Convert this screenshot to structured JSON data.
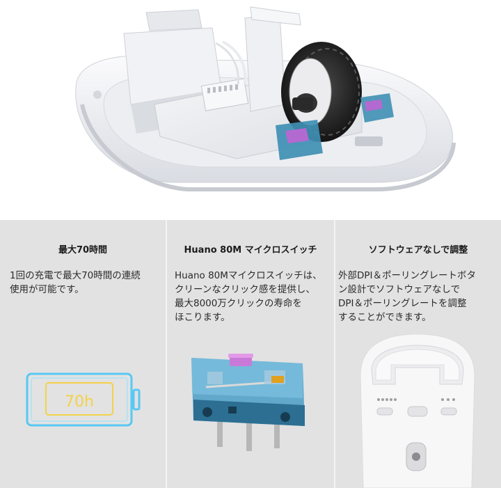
{
  "hero": {
    "icon": "mouse-internal-components-photo"
  },
  "panels": [
    {
      "title": "最大70時間",
      "body": "1回の充電で最大70時間の連続\n使用が可能です。",
      "battery_label": "70h",
      "icon": "battery-icon",
      "colors": {
        "battery_glow": "#58c8f4",
        "label": "#f2d24a"
      }
    },
    {
      "title": "Huano 80M マイクロスイッチ",
      "body": "Huano 80Mマイクロスイッチは、\nクリーンなクリック感を提供し、\n最大8000万クリックの寿命を\nほこります。",
      "icon": "micro-switch-photo"
    },
    {
      "title": "ソフトウェアなしで調整",
      "body": "外部DPI＆ポーリングレートボタ\nン設計でソフトウェアなしで\nDPI＆ポーリングレートを調整\nすることができます。",
      "icon": "mouse-underside-photo"
    }
  ],
  "colors": {
    "panel_bg": "#e2e2e2",
    "divider": "#f4f4f4",
    "switch_blue": "#3f8fb4"
  }
}
